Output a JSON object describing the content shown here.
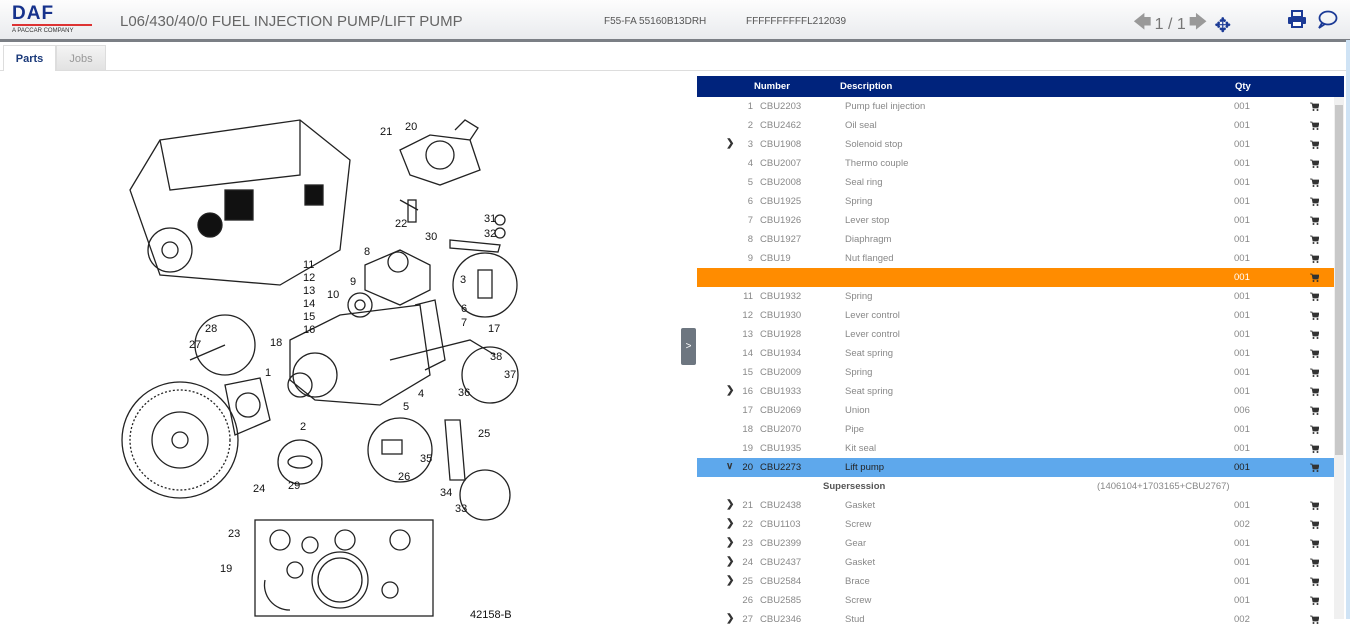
{
  "header": {
    "logo": "DAF",
    "logo_sub": "A PACCAR COMPANY",
    "title": "L06/430/40/0  FUEL INJECTION PUMP/LIFT PUMP",
    "vehicle": "F55-FA 55160B13DRH",
    "chassis": "FFFFFFFFFFL212039",
    "page": "1 / 1",
    "icons": [
      "arrow-left-icon",
      "arrow-right-icon",
      "move-icon",
      "print-icon",
      "comment-icon"
    ]
  },
  "tabs": [
    {
      "label": "Parts",
      "active": true
    },
    {
      "label": "Jobs",
      "active": false
    }
  ],
  "drawing": {
    "reference": "42158-B",
    "callouts": [
      "1",
      "2",
      "3",
      "4",
      "5",
      "6",
      "7",
      "8",
      "9",
      "10",
      "11",
      "12",
      "13",
      "14",
      "15",
      "16",
      "17",
      "18",
      "19",
      "20",
      "21",
      "22",
      "23",
      "24",
      "25",
      "26",
      "27",
      "28",
      "29",
      "30",
      "31",
      "32",
      "33",
      "34",
      "35",
      "36",
      "37",
      "38"
    ]
  },
  "collapse_label": ">",
  "table": {
    "headers": {
      "number": "Number",
      "description": "Description",
      "qty": "Qty"
    },
    "rows": [
      {
        "n": "1",
        "part": "CBU2203",
        "desc": "Pump fuel injection",
        "qty": "001",
        "exp": ""
      },
      {
        "n": "2",
        "part": "CBU2462",
        "desc": "Oil seal",
        "qty": "001",
        "exp": ""
      },
      {
        "n": "3",
        "part": "CBU1908",
        "desc": "Solenoid stop",
        "qty": "001",
        "exp": ">"
      },
      {
        "n": "4",
        "part": "CBU2007",
        "desc": "Thermo couple",
        "qty": "001",
        "exp": ""
      },
      {
        "n": "5",
        "part": "CBU2008",
        "desc": "Seal ring",
        "qty": "001",
        "exp": ""
      },
      {
        "n": "6",
        "part": "CBU1925",
        "desc": "Spring",
        "qty": "001",
        "exp": ""
      },
      {
        "n": "7",
        "part": "CBU1926",
        "desc": "Lever stop",
        "qty": "001",
        "exp": ""
      },
      {
        "n": "8",
        "part": "CBU1927",
        "desc": "Diaphragm",
        "qty": "001",
        "exp": ""
      },
      {
        "n": "9",
        "part": "CBU19",
        "desc": "Nut flanged",
        "qty": "001",
        "exp": ""
      },
      {
        "n": "",
        "part": "",
        "desc": "",
        "qty": "001",
        "exp": "",
        "state": "hover"
      },
      {
        "n": "11",
        "part": "CBU1932",
        "desc": "Spring",
        "qty": "001",
        "exp": ""
      },
      {
        "n": "12",
        "part": "CBU1930",
        "desc": "Lever control",
        "qty": "001",
        "exp": ""
      },
      {
        "n": "13",
        "part": "CBU1928",
        "desc": "Lever control",
        "qty": "001",
        "exp": ""
      },
      {
        "n": "14",
        "part": "CBU1934",
        "desc": "Seat spring",
        "qty": "001",
        "exp": ""
      },
      {
        "n": "15",
        "part": "CBU2009",
        "desc": "Spring",
        "qty": "001",
        "exp": ""
      },
      {
        "n": "16",
        "part": "CBU1933",
        "desc": "Seat spring",
        "qty": "001",
        "exp": ">"
      },
      {
        "n": "17",
        "part": "CBU2069",
        "desc": "Union",
        "qty": "006",
        "exp": ""
      },
      {
        "n": "18",
        "part": "CBU2070",
        "desc": "Pipe",
        "qty": "001",
        "exp": ""
      },
      {
        "n": "19",
        "part": "CBU1935",
        "desc": "Kit seal",
        "qty": "001",
        "exp": ""
      },
      {
        "n": "20",
        "part": "CBU2273",
        "desc": "Lift pump",
        "qty": "001",
        "exp": "v",
        "state": "selected"
      },
      {
        "supersession": true,
        "label": "Supersession",
        "value": "(1406104+1703165+CBU2767)"
      },
      {
        "n": "21",
        "part": "CBU2438",
        "desc": "Gasket",
        "qty": "001",
        "exp": ">"
      },
      {
        "n": "22",
        "part": "CBU1103",
        "desc": "Screw",
        "qty": "002",
        "exp": ">"
      },
      {
        "n": "23",
        "part": "CBU2399",
        "desc": "Gear",
        "qty": "001",
        "exp": ">"
      },
      {
        "n": "24",
        "part": "CBU2437",
        "desc": "Gasket",
        "qty": "001",
        "exp": ">"
      },
      {
        "n": "25",
        "part": "CBU2584",
        "desc": "Brace",
        "qty": "001",
        "exp": ">"
      },
      {
        "n": "26",
        "part": "CBU2585",
        "desc": "Screw",
        "qty": "001",
        "exp": ""
      },
      {
        "n": "27",
        "part": "CBU2346",
        "desc": "Stud",
        "qty": "002",
        "exp": ">"
      }
    ]
  },
  "colors": {
    "header_bar": "#00237c",
    "hover_row": "#ff8c00",
    "selected_row": "#5ea8ec",
    "brand": "#16328c"
  }
}
